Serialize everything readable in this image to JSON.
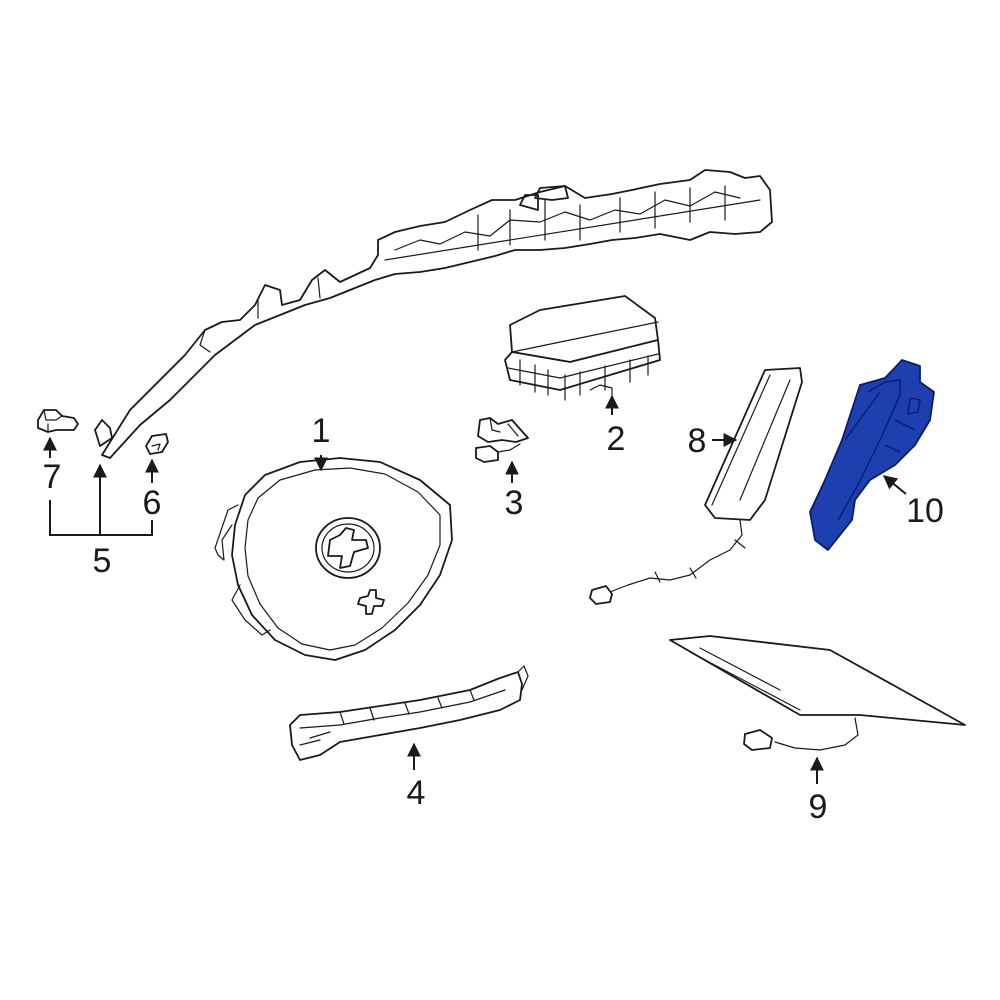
{
  "callouts": {
    "c1": "1",
    "c2": "2",
    "c3": "3",
    "c4": "4",
    "c5": "5",
    "c6": "6",
    "c7": "7",
    "c8": "8",
    "c9": "9",
    "c10": "10"
  },
  "colors": {
    "linework": "#1a1a1a",
    "highlight_fill": "#1e3fb0",
    "highlight_stroke": "#0a1d6b",
    "background": "#ffffff"
  }
}
